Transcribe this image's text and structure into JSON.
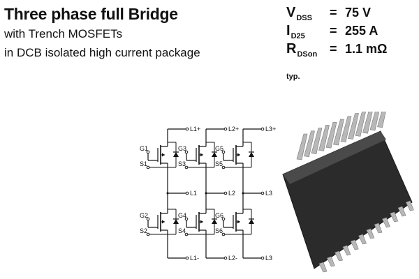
{
  "header": {
    "title": "Three phase full Bridge",
    "subtitle_line1": "with Trench MOSFETs",
    "subtitle_line2": "in DCB isolated high current package"
  },
  "specs": [
    {
      "symbol": "V",
      "subscript": "DSS",
      "equals": "=",
      "value": "75 V"
    },
    {
      "symbol": "I",
      "subscript": "D25",
      "equals": "=",
      "value": "255 A"
    },
    {
      "symbol": "R",
      "subscript": "DSon typ.",
      "equals": "=",
      "value": "1.1 mΩ"
    }
  ],
  "schematic": {
    "top_rail_labels": [
      "L1+",
      "L2+",
      "L3+"
    ],
    "output_labels": [
      "L1",
      "L2",
      "L3"
    ],
    "bottom_rail_labels": [
      "L1-",
      "L2-",
      "L3"
    ],
    "high_gate_labels": [
      "G1",
      "G3",
      "G5"
    ],
    "high_source_labels": [
      "S1",
      "S3",
      "S5"
    ],
    "low_gate_labels": [
      "G2",
      "G4",
      "G6"
    ],
    "low_source_labels": [
      "S2",
      "S4",
      "S6"
    ]
  },
  "package": {
    "pin_count_per_side": 12
  },
  "colors": {
    "text": "#111111",
    "package_body": "#2b2b2b",
    "pins": "#b8b8b8"
  }
}
